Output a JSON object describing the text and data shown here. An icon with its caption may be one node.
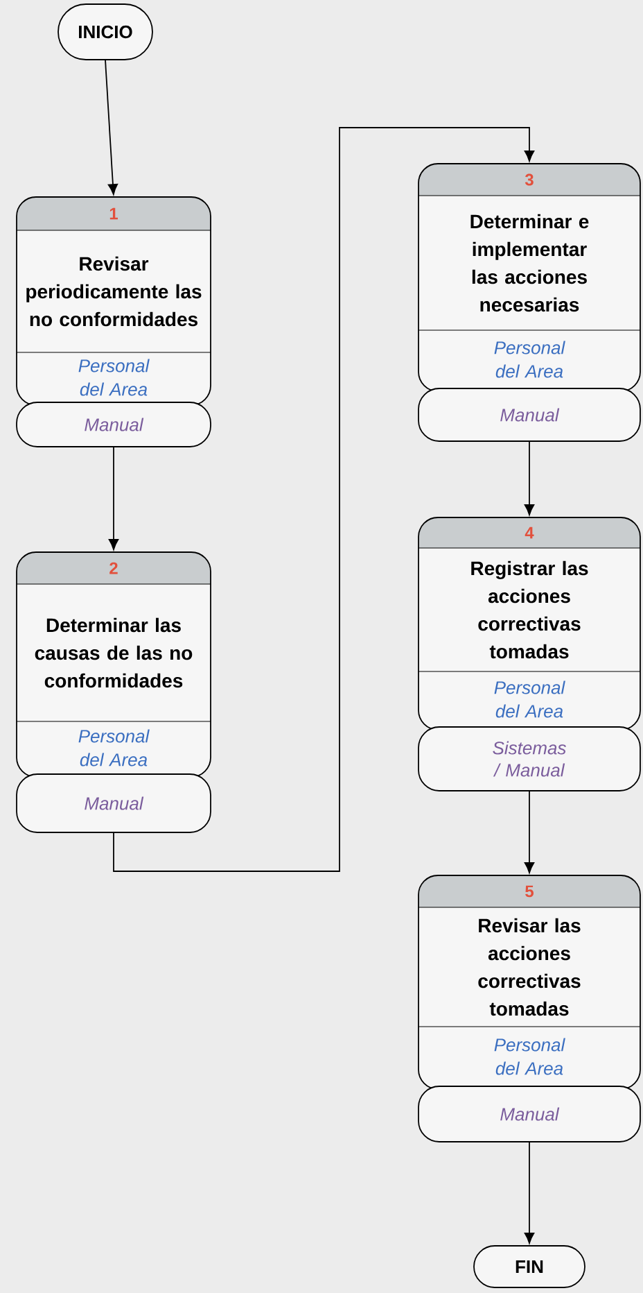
{
  "diagram": {
    "nodes": [
      {
        "text": [
          "INICIO"
        ]
      },
      {
        "text": [
          "1",
          "Revisar periodicamente las no conformidades",
          "Personal del Area"
        ]
      },
      {
        "text": [
          "Manual"
        ]
      },
      {
        "text": [
          "2",
          "Determinar las causas de las no conformidades",
          "Personal del Area"
        ]
      },
      {
        "text": [
          "Manual"
        ]
      },
      {
        "text": [
          "3",
          "Determinar e implementar las acciones necesarias",
          "Personal del Area"
        ]
      },
      {
        "text": [
          "Manual"
        ]
      },
      {
        "text": [
          "4",
          "Registrar las acciones correctivas tomadas",
          "Personal del Area"
        ]
      },
      {
        "text": [
          "Sistemas / Manual"
        ]
      },
      {
        "text": [
          "5",
          "Revisar las acciones correctivas tomadas",
          "Personal del Area"
        ]
      },
      {
        "text": [
          "Manual"
        ]
      },
      {
        "text": [
          "FIN"
        ]
      }
    ],
    "edges": [
      {
        "from": 0,
        "to": 1,
        "arrow": "to"
      },
      {
        "from": 2,
        "to": 3,
        "arrow": "to"
      },
      {
        "from": 4,
        "to": 5,
        "arrow": "to"
      },
      {
        "from": 6,
        "to": 7,
        "arrow": "to"
      },
      {
        "from": 8,
        "to": 9,
        "arrow": "to"
      },
      {
        "from": 10,
        "to": 11,
        "arrow": "to"
      }
    ]
  }
}
